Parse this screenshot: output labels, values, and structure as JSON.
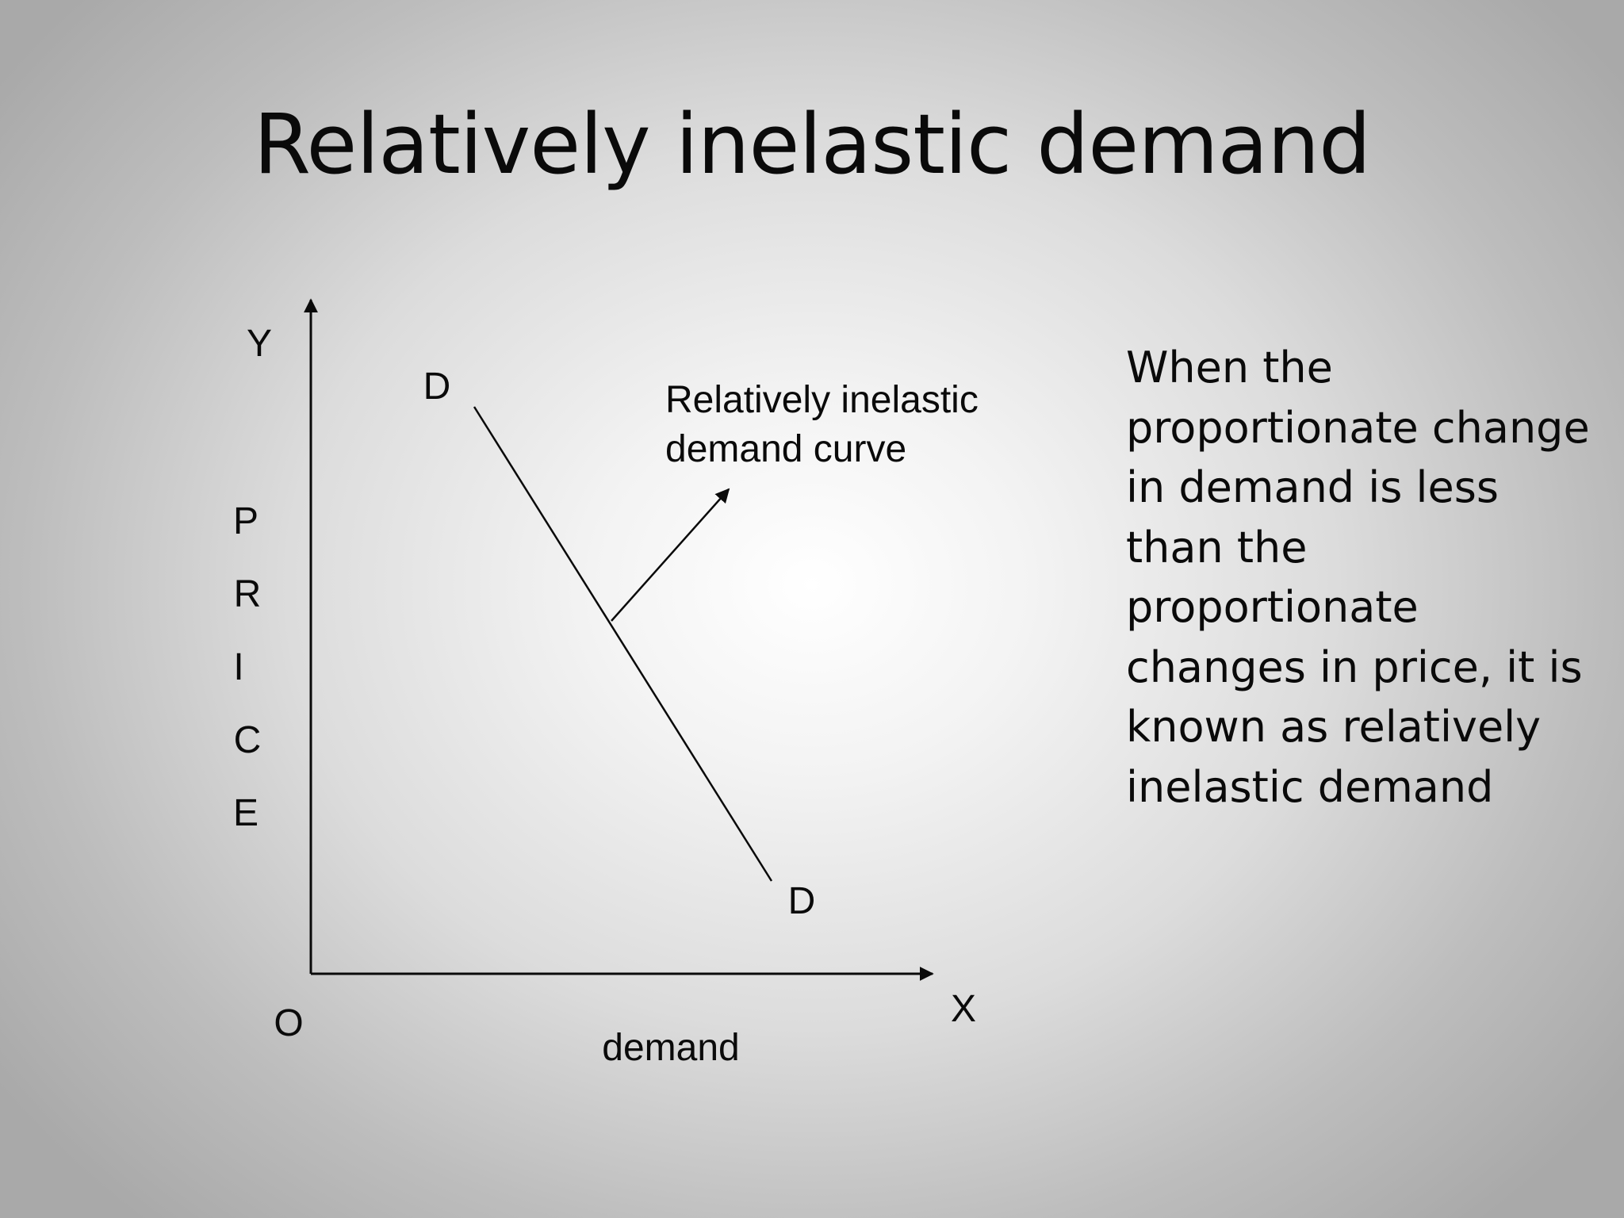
{
  "title": "Relatively inelastic demand",
  "diagram": {
    "y_axis_letter": "Y",
    "x_axis_letter": "X",
    "origin_label": "O",
    "y_axis_title_letters": [
      "P",
      "R",
      "I",
      "C",
      "E"
    ],
    "x_axis_title": "demand",
    "curve_top_label": "D",
    "curve_bottom_label": "D",
    "annotation_line1": "Relatively inelastic",
    "annotation_line2": "demand curve"
  },
  "side_text": "When the proportionate change in demand is less than the proportionate changes in price, it is known as relatively inelastic demand"
}
